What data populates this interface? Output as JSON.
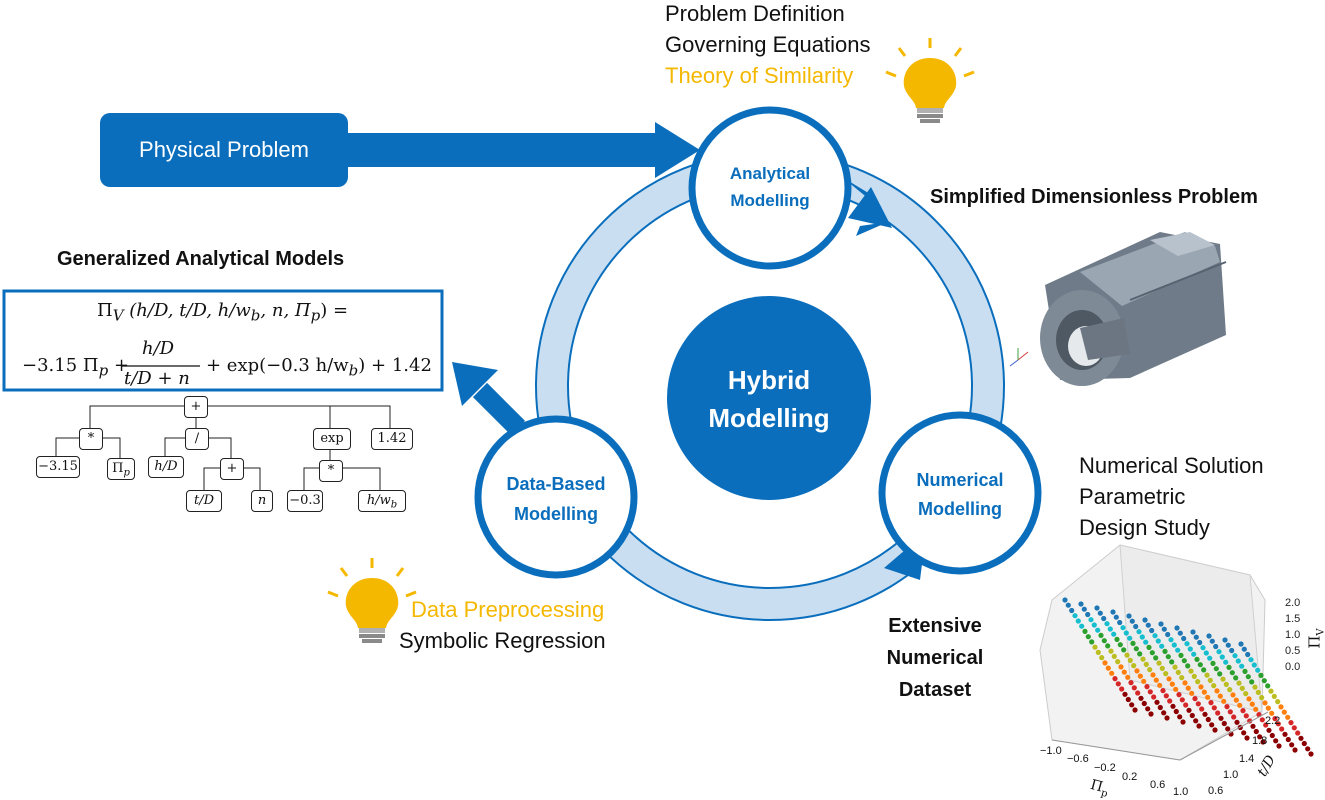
{
  "colors": {
    "primary": "#0a6ebd",
    "ring": "#c9dff1",
    "gold": "#f5b800",
    "text": "#111111"
  },
  "physical_problem": {
    "label": "Physical Problem"
  },
  "top_notes": {
    "line1": "Problem Definition",
    "line2": "Governing Equations",
    "line3": "Theory of Similarity"
  },
  "nodes": {
    "analytical": {
      "line1": "Analytical",
      "line2": "Modelling"
    },
    "numerical": {
      "line1": "Numerical",
      "line2": "Modelling"
    },
    "data_based": {
      "line1": "Data-Based",
      "line2": "Modelling"
    },
    "center": {
      "line1": "Hybrid",
      "line2": "Modelling"
    }
  },
  "simplified": {
    "title": "Simplified Dimensionless Problem"
  },
  "numerical_notes": {
    "line1": "Numerical Solution",
    "line2": "Parametric",
    "line3": "Design Study"
  },
  "dataset": {
    "line1": "Extensive",
    "line2": "Numerical",
    "line3": "Dataset"
  },
  "data_notes": {
    "line1": "Data Preprocessing",
    "line2": "Symbolic Regression"
  },
  "models": {
    "title": "Generalized Analytical Models",
    "eq_line1_left": "Π",
    "eq_line1_sub": "V",
    "eq_line1_rest": "(h/D, t/D, h/w",
    "eq_line1_sub2": "b",
    "eq_line1_end": ", n, Π",
    "eq_line1_sub3": "p",
    "eq_line1_close": ") =",
    "eq_line2_a": "−3.15 Π",
    "eq_line2_a_sub": "p",
    "eq_line2_plus": "+",
    "eq_frac_num": "h/D",
    "eq_frac_den": "t/D + n",
    "eq_line2_b": "+ exp(−0.3 h/w",
    "eq_line2_b_sub": "b",
    "eq_line2_c": ") + 1.42"
  },
  "tree": {
    "root": "+",
    "mul1": "*",
    "div": "/",
    "exp": "exp",
    "c142": "1.42",
    "cm315": "−3.15",
    "pip": "Π",
    "pip_sub": "p",
    "hD": "h/D",
    "plus2": "+",
    "tD": "t/D",
    "n": "n",
    "mul2": "*",
    "cm03": "−0.3",
    "hwb": "h/w",
    "hwb_sub": "b"
  },
  "plot3d": {
    "z_ticks": [
      "2.0",
      "1.5",
      "1.0",
      "0.5",
      "0.0"
    ],
    "z_label": "Π",
    "z_label_sub": "V",
    "y_ticks": [
      "2.2",
      "1.8",
      "1.4",
      "1.0",
      "0.6"
    ],
    "y_label": "t/D",
    "x_ticks": [
      "−1.0",
      "−0.6",
      "−0.2",
      "0.2",
      "0.6",
      "1.0"
    ],
    "x_label": "Π",
    "x_label_sub": "p"
  }
}
